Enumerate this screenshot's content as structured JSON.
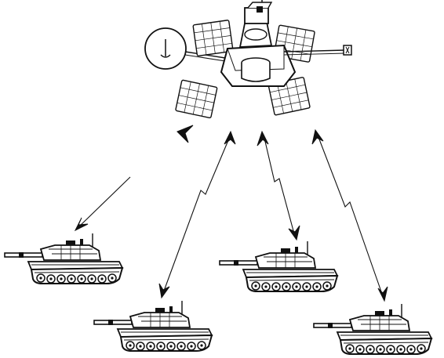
{
  "diagram": {
    "nodes": [
      {
        "id": "satellite",
        "kind": "satellite-icon"
      },
      {
        "id": "tank-1",
        "kind": "tank-icon"
      },
      {
        "id": "tank-2",
        "kind": "tank-icon"
      },
      {
        "id": "tank-3",
        "kind": "tank-icon"
      },
      {
        "id": "tank-4",
        "kind": "tank-icon"
      }
    ],
    "links": [
      {
        "from": "tank-1",
        "to": "satellite",
        "style": "straight",
        "arrowheads": "both"
      },
      {
        "from": "tank-2",
        "to": "satellite",
        "style": "zigzag",
        "arrowheads": "both"
      },
      {
        "from": "tank-3",
        "to": "satellite",
        "style": "zigzag",
        "arrowheads": "both"
      },
      {
        "from": "tank-4",
        "to": "satellite",
        "style": "zigzag",
        "arrowheads": "both"
      }
    ],
    "colors": {
      "ink": "#111111",
      "background": "#ffffff"
    }
  }
}
